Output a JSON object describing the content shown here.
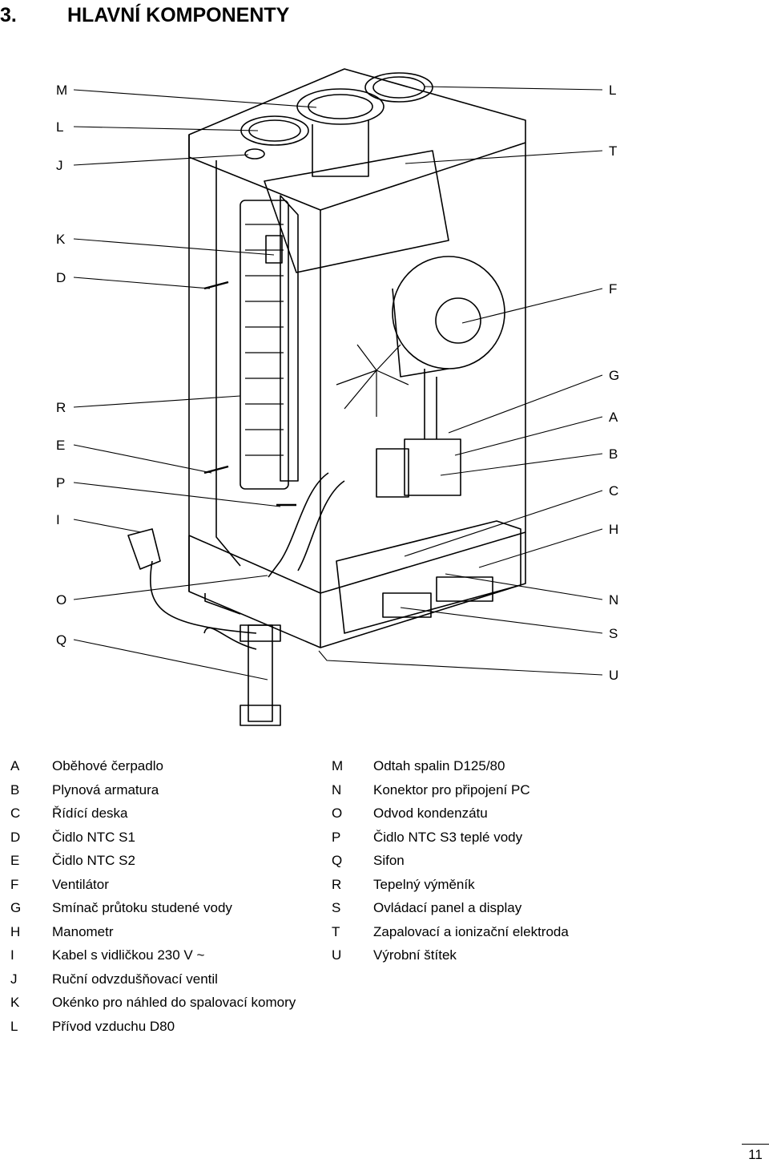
{
  "heading": {
    "number": "3.",
    "title": "HLAVNÍ KOMPONENTY"
  },
  "callouts": {
    "left": [
      "M",
      "L",
      "J",
      "K",
      "D",
      "R",
      "E",
      "P",
      "I",
      "O",
      "Q"
    ],
    "right": [
      "L",
      "T",
      "F",
      "G",
      "A",
      "B",
      "C",
      "H",
      "N",
      "S",
      "U"
    ]
  },
  "legend": {
    "left": [
      {
        "letter": "A",
        "text": "Oběhové čerpadlo"
      },
      {
        "letter": "B",
        "text": "Plynová armatura"
      },
      {
        "letter": "C",
        "text": "Řídící deska"
      },
      {
        "letter": "D",
        "text": "Čidlo  NTC S1"
      },
      {
        "letter": "E",
        "text": "Čidlo NTC S2"
      },
      {
        "letter": "F",
        "text": "Ventilátor"
      },
      {
        "letter": "G",
        "text": "Smínač průtoku studené vody"
      },
      {
        "letter": "H",
        "text": "Manometr"
      },
      {
        "letter": "I",
        "text": "Kabel s vidličkou 230 V ~"
      },
      {
        "letter": "J",
        "text": "Ruční odvzdušňovací ventil"
      },
      {
        "letter": "K",
        "text": "Okénko pro náhled do spalovací komory"
      },
      {
        "letter": "L",
        "text": "Přívod vzduchu D80"
      }
    ],
    "right": [
      {
        "letter": "M",
        "text": "Odtah spalin  D125/80"
      },
      {
        "letter": "N",
        "text": "Konektor pro  připojení PC"
      },
      {
        "letter": "O",
        "text": "Odvod kondenzátu"
      },
      {
        "letter": "P",
        "text": "Čidlo NTC  S3 teplé vody"
      },
      {
        "letter": "Q",
        "text": "Sifon"
      },
      {
        "letter": "R",
        "text": "Tepelný výměník"
      },
      {
        "letter": "S",
        "text": "Ovládací panel a display"
      },
      {
        "letter": "T",
        "text": "Zapalovací a ionizační elektroda"
      },
      {
        "letter": "U",
        "text": "Výrobní štítek"
      }
    ]
  },
  "page_number": "11"
}
